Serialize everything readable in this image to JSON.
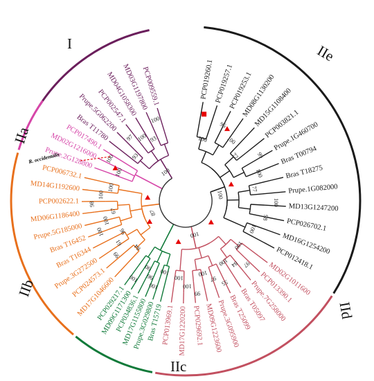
{
  "colors": {
    "I": "#6b1f5c",
    "IIa": "#d646a8",
    "IIb": "#e8701c",
    "IIc": "#117a3a",
    "IId": "#c25060",
    "IIe": "#1a1a1a",
    "marker": "#e60000",
    "note": "#e60000"
  },
  "clade_labels": {
    "I": "I",
    "IIa": "IIa",
    "IIb": "IIb",
    "IIc": "IIc",
    "IId": "IId",
    "IIe": "IIe"
  },
  "annotation": "R. occidentalis",
  "leaves": [
    {
      "label": "PCP019260.1",
      "clade": "IIe"
    },
    {
      "label": "PCP019257.1",
      "clade": "IIe"
    },
    {
      "label": "PCP019253.1",
      "clade": "IIe"
    },
    {
      "label": "MD08G1130200",
      "clade": "IIe"
    },
    {
      "label": "MD15G1108400",
      "clade": "IIe"
    },
    {
      "label": "PCP003821.1",
      "clade": "IIe"
    },
    {
      "label": "Prupe.1G460700",
      "clade": "IIe"
    },
    {
      "label": "Bras T00794",
      "clade": "IIe"
    },
    {
      "label": "Bras T18275",
      "clade": "IIe"
    },
    {
      "label": "Prupe.1G082000",
      "clade": "IIe"
    },
    {
      "label": "MD13G1247200",
      "clade": "IIe"
    },
    {
      "label": "PCP026702.1",
      "clade": "IIe"
    },
    {
      "label": "MD16G1254200",
      "clade": "IIe"
    },
    {
      "label": "PCP012418.1",
      "clade": "IIe"
    },
    {
      "label": "MD02G1011600",
      "clade": "IId"
    },
    {
      "label": "PCP013390.1",
      "clade": "IId"
    },
    {
      "label": "Prupe.7G258000",
      "clade": "IId"
    },
    {
      "label": "Bras T05097",
      "clade": "IId"
    },
    {
      "label": "Bras T25099",
      "clade": "IId"
    },
    {
      "label": "Prupe.3G095900",
      "clade": "IId"
    },
    {
      "label": "MD09G1223600",
      "clade": "IId"
    },
    {
      "label": "PCP029692.1",
      "clade": "IId"
    },
    {
      "label": "MD17G1220200",
      "clade": "IId"
    },
    {
      "label": "PCP013969.1",
      "clade": "IId"
    },
    {
      "label": "Bras T15719",
      "clade": "IIc"
    },
    {
      "label": "Prupe.3G029800",
      "clade": "IIc"
    },
    {
      "label": "MD17G1155800",
      "clade": "IIc"
    },
    {
      "label": "PCP034836.1",
      "clade": "IIc"
    },
    {
      "label": "MD09G1171300",
      "clade": "IIc"
    },
    {
      "label": "PCP029217.1",
      "clade": "IIc"
    },
    {
      "label": "MD17G1046600",
      "clade": "IIb"
    },
    {
      "label": "PCP024573.1",
      "clade": "IIb"
    },
    {
      "label": "Prupe.3G272500",
      "clade": "IIb"
    },
    {
      "label": "Bras T16344",
      "clade": "IIb"
    },
    {
      "label": "Bras T16452",
      "clade": "IIb"
    },
    {
      "label": "Prupe.5G185000",
      "clade": "IIb"
    },
    {
      "label": "MD06G1186400",
      "clade": "IIb"
    },
    {
      "label": "PCP002622.1",
      "clade": "IIb"
    },
    {
      "label": "MD14G1192600",
      "clade": "IIb"
    },
    {
      "label": "PCP006732.1",
      "clade": "IIb"
    },
    {
      "label": "Prupe.2G128800",
      "clade": "IIa"
    },
    {
      "label": "MD02G1216000",
      "clade": "IIa"
    },
    {
      "label": "PCP017490.1",
      "clade": "IIa"
    },
    {
      "label": "Bras T11780",
      "clade": "I"
    },
    {
      "label": "Prupe.5G062200",
      "clade": "I"
    },
    {
      "label": "PCP002547.1",
      "clade": "I"
    },
    {
      "label": "MD04G1058300",
      "clade": "I"
    },
    {
      "label": "MD03G1197800",
      "clade": "I"
    },
    {
      "label": "PCP009559.1",
      "clade": "I"
    }
  ],
  "bootstraps": {
    "I": [
      "93",
      "97",
      "100",
      "93",
      "100"
    ],
    "IIa": [
      "100",
      "100"
    ],
    "IIb": [
      "84",
      "99",
      "61",
      "96",
      "100",
      "100",
      "67",
      "98",
      "100",
      "100"
    ],
    "IIc": [
      "100",
      "100",
      "96",
      "90",
      "100"
    ],
    "IId": [
      "100",
      "97",
      "84",
      "100",
      "55",
      "97",
      "100",
      "99",
      "100",
      "100"
    ],
    "IIe": [
      "100",
      "96",
      "100",
      "72",
      "99",
      "100",
      "77",
      "100",
      "98",
      "100"
    ],
    "backbone": [
      "100",
      "100",
      "87",
      "100"
    ]
  }
}
